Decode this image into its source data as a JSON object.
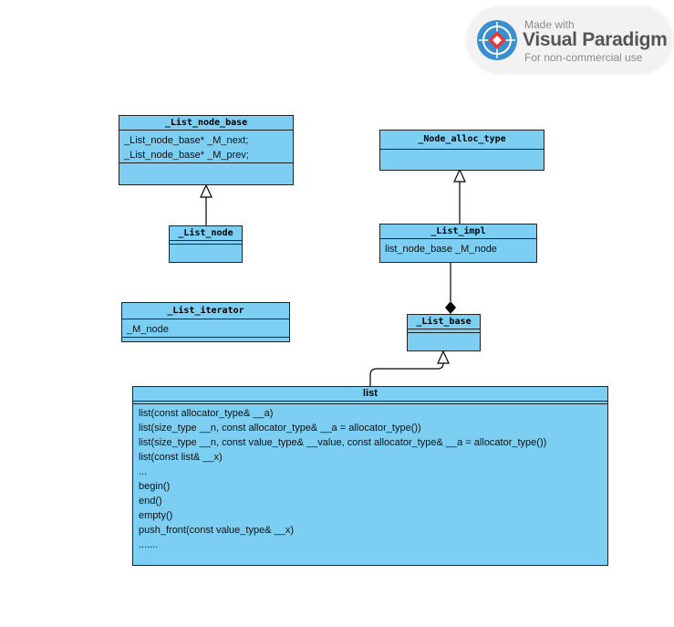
{
  "watermark": {
    "line1": "Made with",
    "line2": "Visual Paradigm",
    "line3": "For non-commercial use"
  },
  "colors": {
    "class_fill": "#7ccff3",
    "border": "#222222"
  },
  "classes": {
    "list_node_base": {
      "name": "_List_node_base",
      "attributes": [
        "_List_node_base* _M_next;",
        "_List_node_base* _M_prev;"
      ]
    },
    "list_node": {
      "name": "_List_node"
    },
    "list_iterator": {
      "name": "_List_iterator",
      "attributes": [
        "_M_node"
      ]
    },
    "node_alloc_type": {
      "name": "_Node_alloc_type"
    },
    "list_impl": {
      "name": "_List_impl",
      "attributes": [
        "list_node_base _M_node"
      ]
    },
    "list_base": {
      "name": "_List_base"
    },
    "list": {
      "name": "list",
      "operations": [
        "list(const allocator_type& __a)",
        "list(size_type __n, const allocator_type& __a = allocator_type())",
        "list(size_type __n, const value_type& __value, const allocator_type& __a = allocator_type())",
        "list(const list& __x)",
        "...",
        "begin()",
        "end()",
        "empty()",
        "push_front(const value_type& __x)",
        "......."
      ]
    }
  },
  "relations": [
    {
      "type": "generalization",
      "from": "_List_node",
      "to": "_List_node_base"
    },
    {
      "type": "generalization",
      "from": "_List_impl",
      "to": "_Node_alloc_type"
    },
    {
      "type": "composition",
      "from": "_List_impl",
      "to": "_List_base"
    },
    {
      "type": "generalization",
      "from": "list",
      "to": "_List_base"
    }
  ]
}
